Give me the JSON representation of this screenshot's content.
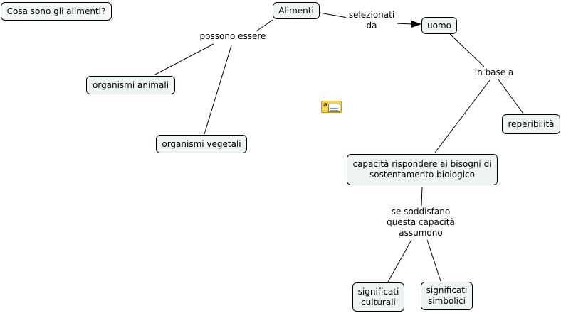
{
  "map_title": "Cosa sono gli alimenti?",
  "nodes": {
    "alimenti": "Alimenti",
    "uomo": "uomo",
    "organismi_animali": "organismi animali",
    "organismi_vegetali": "organismi vegetali",
    "reperibilita": "reperibilità",
    "capacita": "capacità rispondere ai bisogni di\nsostentamento biologico",
    "significati_culturali": "significati\nculturali",
    "significati_simbolici": "significati\nsimbolici"
  },
  "links": {
    "possono_essere": "possono essere",
    "selezionati_da": "selezionati\nda",
    "in_base_a": "in base a",
    "se_soddisfano": "se soddisfano\nquesta capacità\nassumono"
  },
  "note_icon": "note-icon",
  "colors": {
    "node_fill": "#eef3f4",
    "node_border": "#000000",
    "note_icon": "#f7d455"
  }
}
